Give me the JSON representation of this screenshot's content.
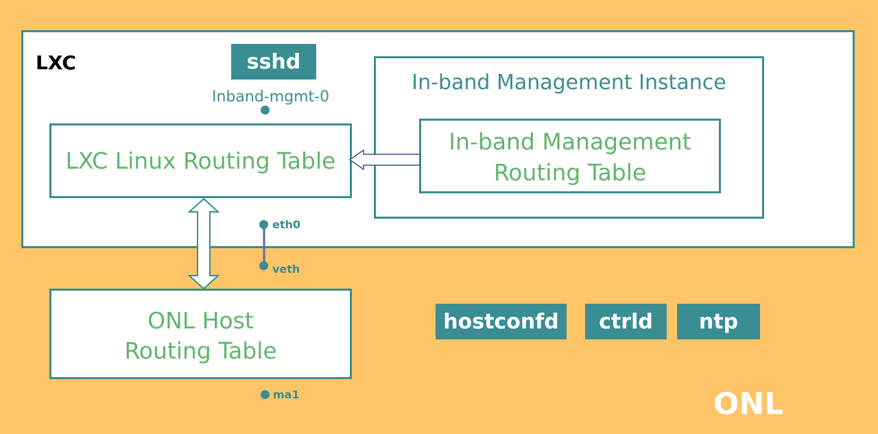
{
  "lxc": {
    "title": "LXC"
  },
  "onl": {
    "title": "ONL"
  },
  "services": {
    "sshd": "sshd",
    "hostconfd": "hostconfd",
    "ctrld": "ctrld",
    "ntp": "ntp"
  },
  "interfaces": {
    "inband": "Inband-mgmt-0",
    "eth0": "eth0",
    "veth": "veth",
    "ma1": "ma1"
  },
  "lxc_routing_table": {
    "line1": "LXC Linux Routing Table"
  },
  "mgmt_instance": {
    "title": "In-band Management Instance"
  },
  "mgmt_routing_table": {
    "line1": "In-band Management",
    "line2": "Routing Table"
  },
  "onl_routing_table": {
    "line1": "ONL Host",
    "line2": "Routing Table"
  },
  "colors": {
    "background": "#fec466",
    "teal": "#3a8d92",
    "green_text": "#62b56a",
    "link_line": "#4f6bb0",
    "arrow_outline": "#34538f"
  }
}
